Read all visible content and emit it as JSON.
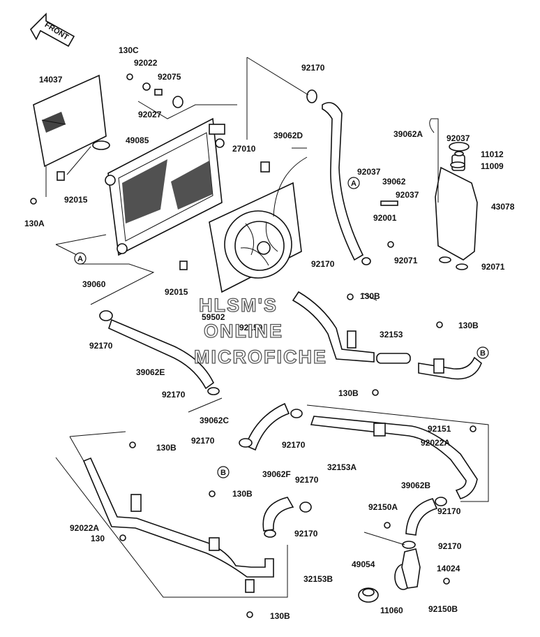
{
  "front_arrow": {
    "text": "FRONT"
  },
  "watermark": {
    "line1": "HLSM'S",
    "line2": "ONLINE",
    "line3": "MICROFICHE"
  },
  "ref_markers": {
    "a1": "A",
    "a2": "A",
    "b1": "B",
    "b2": "B"
  },
  "parts": [
    {
      "id": "130C",
      "text": "130C"
    },
    {
      "id": "92022_top",
      "text": "92022"
    },
    {
      "id": "92075",
      "text": "92075"
    },
    {
      "id": "92027",
      "text": "92027"
    },
    {
      "id": "14037",
      "text": "14037"
    },
    {
      "id": "49085",
      "text": "49085"
    },
    {
      "id": "92015_left",
      "text": "92015"
    },
    {
      "id": "130A",
      "text": "130A"
    },
    {
      "id": "92170_top",
      "text": "92170"
    },
    {
      "id": "39062D",
      "text": "39062D"
    },
    {
      "id": "27010",
      "text": "27010"
    },
    {
      "id": "39062A",
      "text": "39062A"
    },
    {
      "id": "92037_a",
      "text": "92037"
    },
    {
      "id": "11012",
      "text": "11012"
    },
    {
      "id": "11009",
      "text": "11009"
    },
    {
      "id": "92037_b",
      "text": "92037"
    },
    {
      "id": "39062",
      "text": "39062"
    },
    {
      "id": "92037_c",
      "text": "92037"
    },
    {
      "id": "43078",
      "text": "43078"
    },
    {
      "id": "92001",
      "text": "92001"
    },
    {
      "id": "92170_mid",
      "text": "92170"
    },
    {
      "id": "92071_a",
      "text": "92071"
    },
    {
      "id": "92071_b",
      "text": "92071"
    },
    {
      "id": "39060",
      "text": "39060"
    },
    {
      "id": "92015_mid",
      "text": "92015"
    },
    {
      "id": "59502",
      "text": "59502"
    },
    {
      "id": "92150",
      "text": "92150"
    },
    {
      "id": "130B_1",
      "text": "130B"
    },
    {
      "id": "130B_2",
      "text": "130B"
    },
    {
      "id": "32153",
      "text": "32153"
    },
    {
      "id": "92170_left",
      "text": "92170"
    },
    {
      "id": "39062E",
      "text": "39062E"
    },
    {
      "id": "92170_l2",
      "text": "92170"
    },
    {
      "id": "130B_3",
      "text": "130B"
    },
    {
      "id": "39062C",
      "text": "39062C"
    },
    {
      "id": "92170_c1",
      "text": "92170"
    },
    {
      "id": "92170_c2",
      "text": "92170"
    },
    {
      "id": "130B_4",
      "text": "130B"
    },
    {
      "id": "92151",
      "text": "92151"
    },
    {
      "id": "92022A_r",
      "text": "92022A"
    },
    {
      "id": "32153A",
      "text": "32153A"
    },
    {
      "id": "39062F",
      "text": "39062F"
    },
    {
      "id": "92170_f",
      "text": "92170"
    },
    {
      "id": "130B_5",
      "text": "130B"
    },
    {
      "id": "39062B",
      "text": "39062B"
    },
    {
      "id": "92150A",
      "text": "92150A"
    },
    {
      "id": "92170_b1",
      "text": "92170"
    },
    {
      "id": "92022A_l",
      "text": "92022A"
    },
    {
      "id": "130",
      "text": "130"
    },
    {
      "id": "92170_f2",
      "text": "92170"
    },
    {
      "id": "92170_b2",
      "text": "92170"
    },
    {
      "id": "49054",
      "text": "49054"
    },
    {
      "id": "14024",
      "text": "14024"
    },
    {
      "id": "32153B",
      "text": "32153B"
    },
    {
      "id": "11060",
      "text": "11060"
    },
    {
      "id": "92150B",
      "text": "92150B"
    },
    {
      "id": "130B_6",
      "text": "130B"
    }
  ]
}
